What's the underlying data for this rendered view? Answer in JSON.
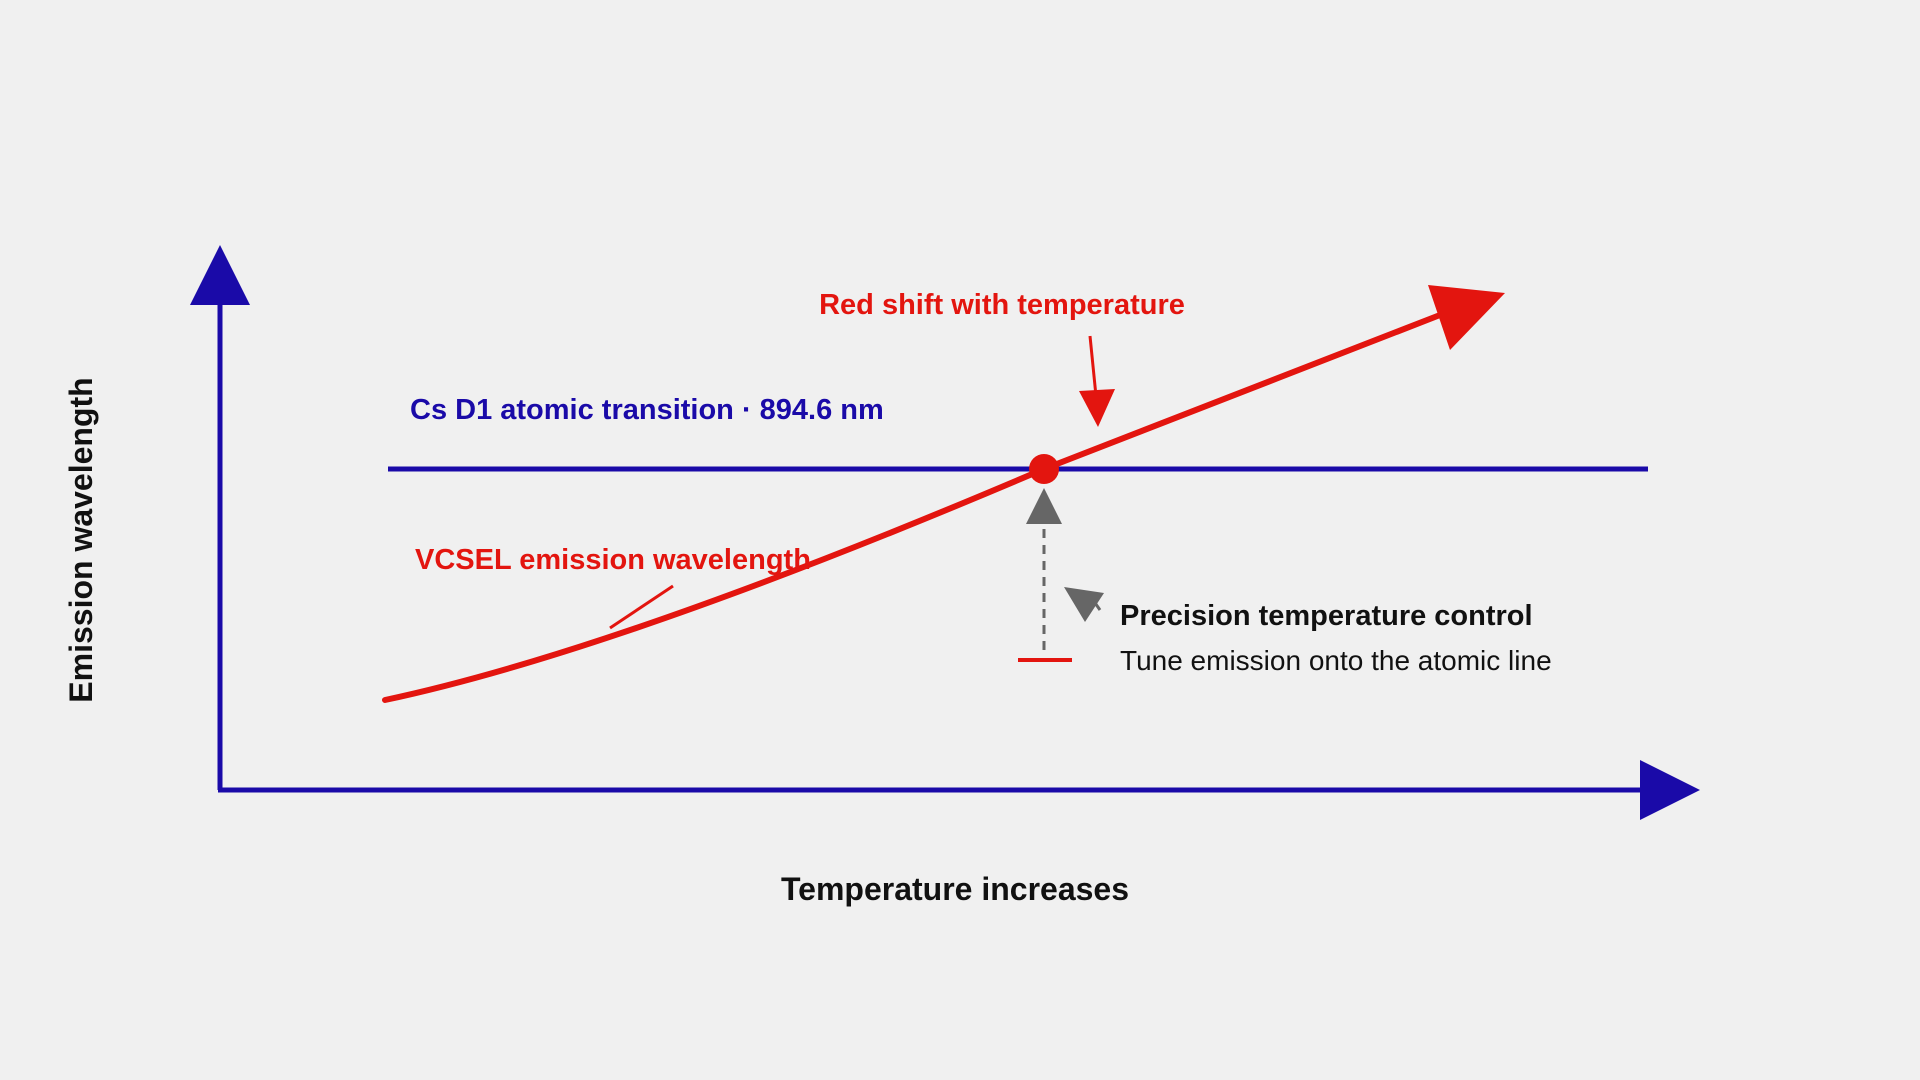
{
  "axes": {
    "y_label": "Emission wavelength",
    "x_label": "Temperature increases"
  },
  "reference_line": {
    "label": "Cs D1 atomic transition · 894.6 nm"
  },
  "curve": {
    "label": "VCSEL emission wavelength"
  },
  "annotations": {
    "red_shift": "Red shift with temperature",
    "control_title": "Precision temperature control",
    "control_subtitle": "Tune emission onto the atomic line"
  },
  "colors": {
    "axis": "#1a0aa8",
    "curve": "#e3150f",
    "control_arrow": "#666666",
    "text": "#111111",
    "background": "#f0f0f0"
  }
}
